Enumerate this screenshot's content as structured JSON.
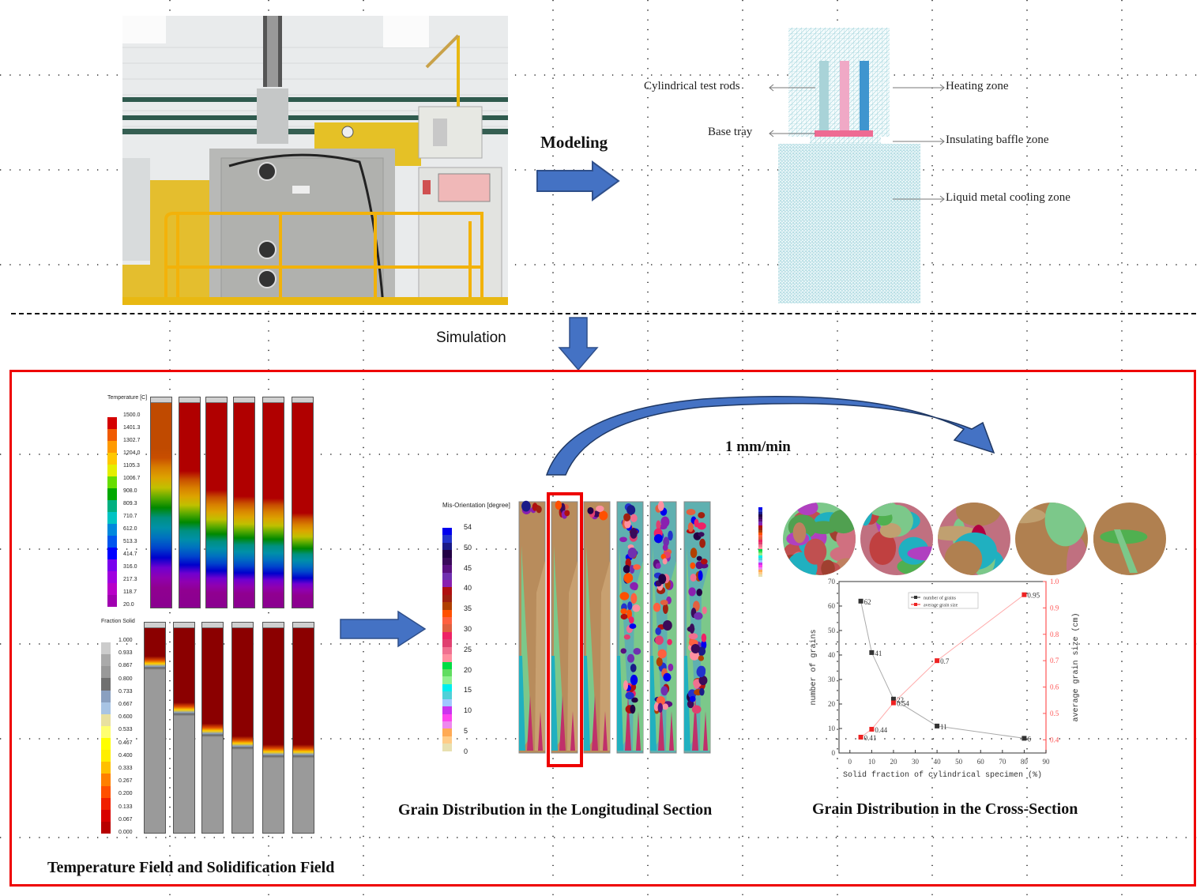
{
  "top": {
    "modeling_label": "Modeling",
    "simulation_label": "Simulation",
    "model_annotations": {
      "cylindrical_test_rods": "Cylindrical test rods",
      "base_tray": "Base tray",
      "heating_zone": "Heating zone",
      "insulating_baffle_zone": "Insulating baffle zone",
      "liquid_metal_cooling_zone": "Liquid metal cooling zone"
    }
  },
  "temperature_field": {
    "title": "Temperature [C]",
    "ticks": [
      "1500.0",
      "1401.3",
      "1302.7",
      "1204.0",
      "1105.3",
      "1006.7",
      "908.0",
      "809.3",
      "710.7",
      "612.0",
      "513.3",
      "414.7",
      "316.0",
      "217.3",
      "118.7",
      "20.0"
    ],
    "colors": [
      "#d40000",
      "#f05a00",
      "#ff9a00",
      "#ffc800",
      "#e4ee00",
      "#66dd00",
      "#00a800",
      "#00b080",
      "#00c4c4",
      "#0088dd",
      "#0055ee",
      "#0000ff",
      "#7a00ee",
      "#a000e0",
      "#b800c8",
      "#a000b0"
    ]
  },
  "fraction_solid": {
    "title": "Fraction Solid",
    "ticks": [
      "1.000",
      "0.933",
      "0.867",
      "0.800",
      "0.733",
      "0.667",
      "0.600",
      "0.533",
      "0.467",
      "0.400",
      "0.333",
      "0.267",
      "0.200",
      "0.133",
      "0.067",
      "0.000"
    ],
    "colors": [
      "#cccccc",
      "#aaaaaa",
      "#999999",
      "#707070",
      "#8aa0c0",
      "#a8c4e4",
      "#e8e0a0",
      "#ffff70",
      "#ffff00",
      "#ffee00",
      "#ffc000",
      "#ff8000",
      "#ff5000",
      "#f02000",
      "#d80000",
      "#b80000"
    ]
  },
  "misorientation": {
    "title": "Mis-Orientation [degree]",
    "ticks": [
      "54",
      "50",
      "45",
      "40",
      "35",
      "30",
      "25",
      "20",
      "15",
      "10",
      "5",
      "0"
    ],
    "colors": [
      "#0000ee",
      "#2233cc",
      "#1a1a88",
      "#220044",
      "#3a0a5a",
      "#5a1080",
      "#7030b0",
      "#8a20b0",
      "#b01010",
      "#a02010",
      "#b04000",
      "#ff5000",
      "#ff6040",
      "#e06040",
      "#ee2266",
      "#e04070",
      "#f07090",
      "#ff90a0",
      "#00dd44",
      "#60dd60",
      "#90f090",
      "#00eeee",
      "#50d0d8",
      "#a0c8ff",
      "#cc33ee",
      "#ff44ee",
      "#ee88ee",
      "#ffaa55",
      "#ffcc88",
      "#e8e0b0"
    ]
  },
  "rate_label": "1 mm/min",
  "captions": {
    "temperature_solidification": "Temperature Field and Solidification Field",
    "longitudinal": "Grain Distribution in the Longitudinal Section",
    "cross_section": "Grain Distribution in the Cross-Section"
  },
  "chart_data": {
    "type": "line",
    "title": "",
    "xlabel": "Solid fraction of cylindrical specimen (%)",
    "ylabel": "number of grains",
    "y2label": "average grain size (cm)",
    "xlim": [
      -5,
      90
    ],
    "ylim": [
      0,
      70
    ],
    "y2lim": [
      0.35,
      1.0
    ],
    "xticks": [
      "0",
      "10",
      "20",
      "30",
      "40",
      "50",
      "60",
      "70",
      "80",
      "90"
    ],
    "yticks": [
      "0",
      "10",
      "20",
      "30",
      "40",
      "50",
      "60",
      "70"
    ],
    "y2ticks": [
      "0.4",
      "0.5",
      "0.6",
      "0.7",
      "0.8",
      "0.9",
      "1.0"
    ],
    "x": [
      5,
      10,
      20,
      40,
      80
    ],
    "series": [
      {
        "name": "number of grains",
        "axis": "left",
        "color": "#333333",
        "line_color": "#aaaaaa",
        "values": [
          62,
          41,
          22,
          11,
          6
        ],
        "labels": [
          "62",
          "41",
          "22",
          "11",
          "6"
        ]
      },
      {
        "name": "average grain size",
        "axis": "right",
        "color": "#ee2222",
        "line_color": "#ffaaaa",
        "values": [
          0.41,
          0.44,
          0.54,
          0.7,
          0.95
        ],
        "labels": [
          "0.41",
          "0.44",
          "0.54",
          "0.7",
          "0.95"
        ]
      }
    ],
    "legend": "top-right",
    "grid": false
  }
}
